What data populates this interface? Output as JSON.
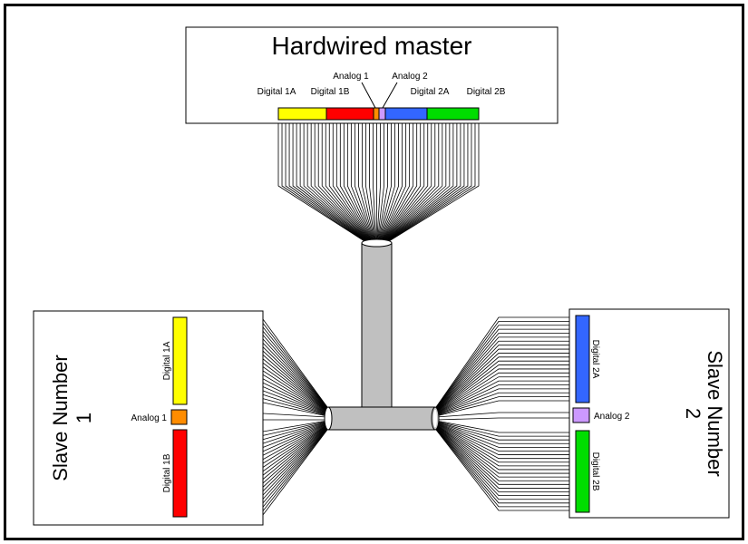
{
  "master": {
    "title": "Hardwired master",
    "connectors": [
      {
        "id": "d1a",
        "label": "Digital 1A",
        "color": "#FFFF00"
      },
      {
        "id": "d1b",
        "label": "Digital 1B",
        "color": "#FF0000"
      },
      {
        "id": "a1",
        "label": "Analog 1",
        "color": "#FF8C00"
      },
      {
        "id": "a2",
        "label": "Analog 2",
        "color": "#CC99FF"
      },
      {
        "id": "d2a",
        "label": "Digital 2A",
        "color": "#3366FF"
      },
      {
        "id": "d2b",
        "label": "Digital 2B",
        "color": "#00DD00"
      }
    ]
  },
  "slave1": {
    "title_line1": "Slave Number",
    "title_line2": "1",
    "digital_top": {
      "label": "Digital 1A",
      "color": "#FFFF00"
    },
    "analog": {
      "label": "Analog 1",
      "color": "#FF8C00"
    },
    "digital_bottom": {
      "label": "Digital 1B",
      "color": "#FF0000"
    }
  },
  "slave2": {
    "title_line1": "Slave Number",
    "title_line2": "2",
    "digital_top": {
      "label": "Digital 2A",
      "color": "#3366FF"
    },
    "analog": {
      "label": "Analog 2",
      "color": "#CC99FF"
    },
    "digital_bottom": {
      "label": "Digital 2B",
      "color": "#00DD00"
    }
  },
  "cable_color": "#C0C0C0"
}
